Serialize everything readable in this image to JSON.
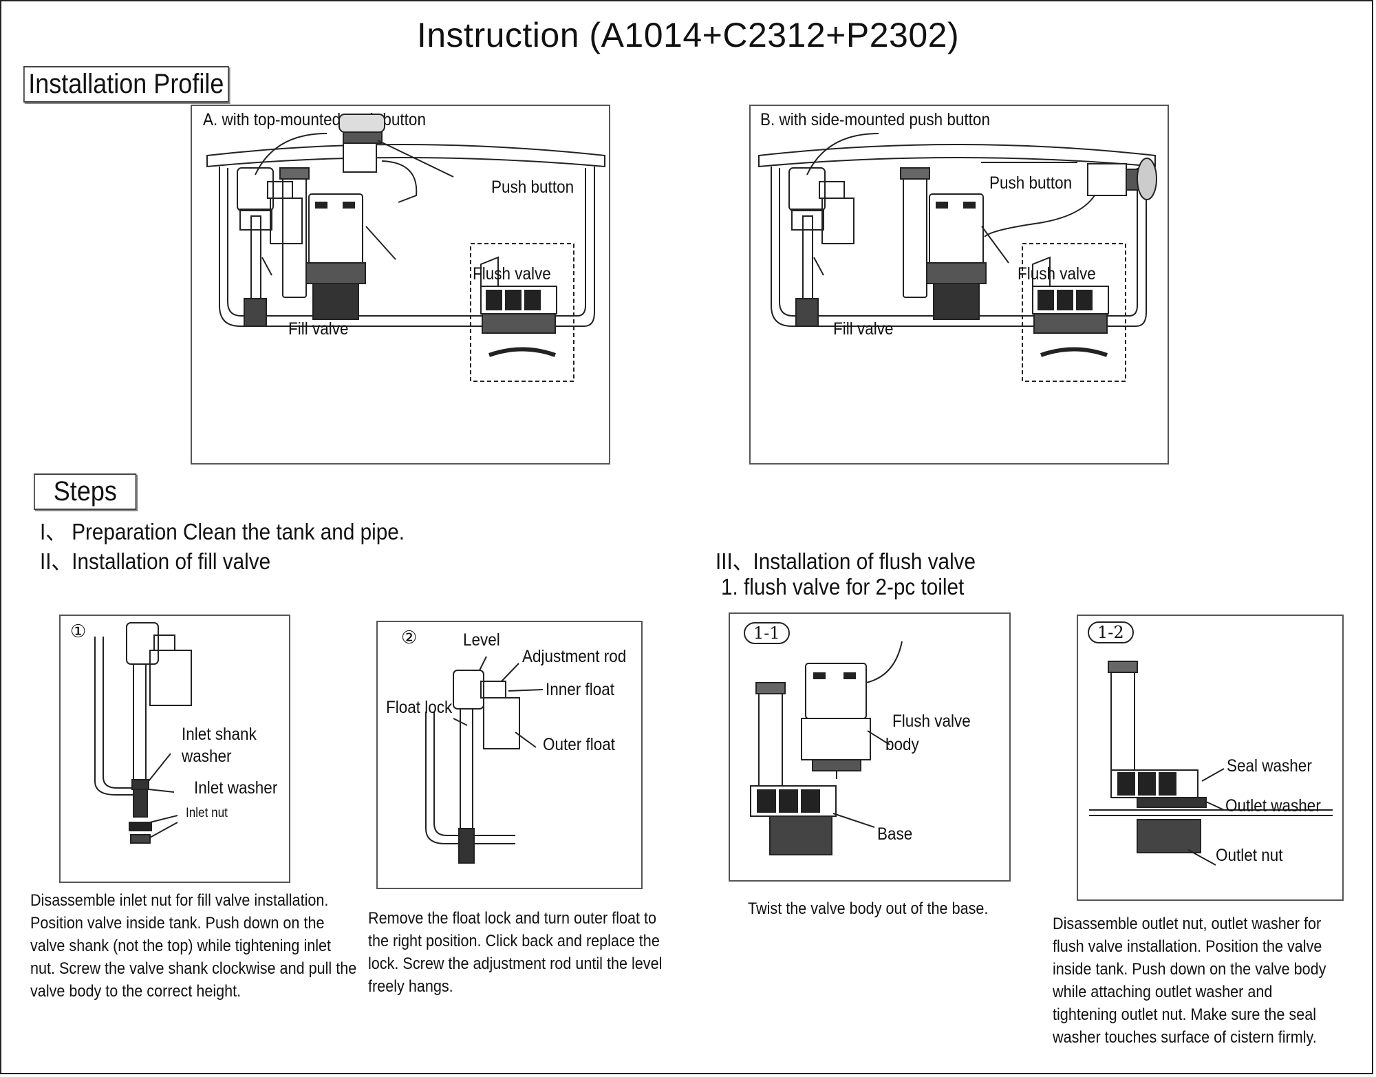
{
  "title": "Instruction (A1014+C2312+P2302)",
  "installation_profile": {
    "heading": "Installation Profile",
    "panel_a": {
      "caption": "A. with top-mounted push button",
      "labels": {
        "push_button": "Push button",
        "flush_valve": "Flush valve",
        "fill_valve": "Fill valve"
      }
    },
    "panel_b": {
      "caption": "B. with side-mounted push button",
      "labels": {
        "push_button": "Push button",
        "flush_valve": "Flush valve",
        "fill_valve": "Fill valve"
      }
    }
  },
  "steps": {
    "heading": "Steps",
    "step1": "I、 Preparation  Clean the tank and pipe.",
    "step2": "II、Installation of fill valve",
    "step3": "III、Installation of flush valve",
    "step3_sub": "1. flush valve for 2-pc toilet",
    "fig1": {
      "number": "①",
      "labels": {
        "inlet_shank_washer_1": "Inlet shank",
        "inlet_shank_washer_2": "washer",
        "inlet_washer": "Inlet washer",
        "inlet_nut": "Inlet nut"
      },
      "text": "Disassemble  inlet nut for fill valve installation. Position valve inside tank. Push down on the valve shank (not the top) while tightening inlet nut. Screw the valve shank clockwise and pull the valve body to the correct height."
    },
    "fig2": {
      "number": "②",
      "labels": {
        "level": "Level",
        "adjustment_rod": "Adjustment rod",
        "inner_float": "Inner float",
        "float_lock": "Float lock",
        "outer_float": "Outer float"
      },
      "text": "Remove the float lock and turn outer float to the right position. Click back and replace the lock. Screw the adjustment rod until the level freely hangs."
    },
    "fig11": {
      "number": "1-1",
      "labels": {
        "flush_valve_body_1": "Flush valve",
        "flush_valve_body_2": "body",
        "base": "Base"
      },
      "text": "Twist the valve body out of the base."
    },
    "fig12": {
      "number": "1-2",
      "labels": {
        "seal_washer": "Seal washer",
        "outlet_washer": "Outlet washer",
        "outlet_nut": "Outlet nut"
      },
      "text": "Disassemble outlet nut, outlet washer for flush valve installation. Position the valve inside tank. Push down on the valve body while attaching outlet washer and tightening outlet nut. Make sure the seal washer touches surface of cistern firmly."
    }
  }
}
